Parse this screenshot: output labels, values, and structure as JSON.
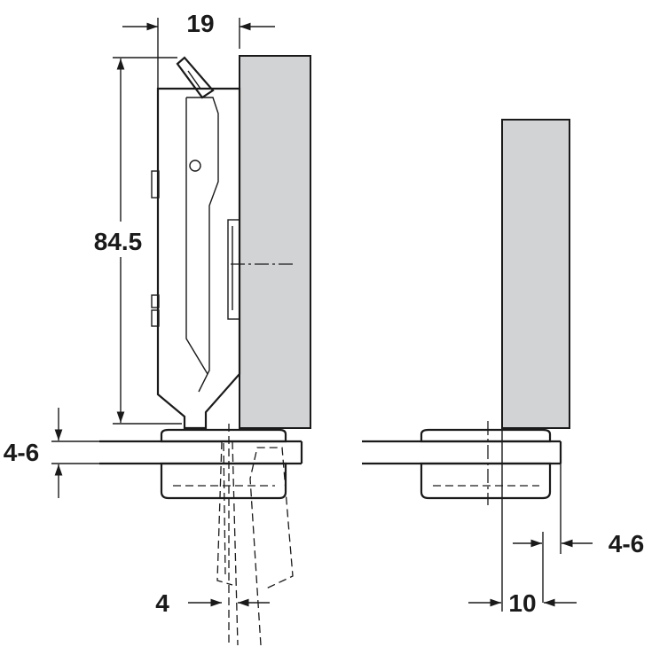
{
  "diagram": {
    "dimensions": {
      "hinge_offset": "19",
      "hinge_height": "84.5",
      "plate_left": "4-6",
      "bottom_left": "4",
      "plate_right": "4-6",
      "bottom_right": "10"
    },
    "colors": {
      "panel_fill": "#d2d3d5",
      "line": "#1a1a1a",
      "background": "#ffffff"
    }
  }
}
